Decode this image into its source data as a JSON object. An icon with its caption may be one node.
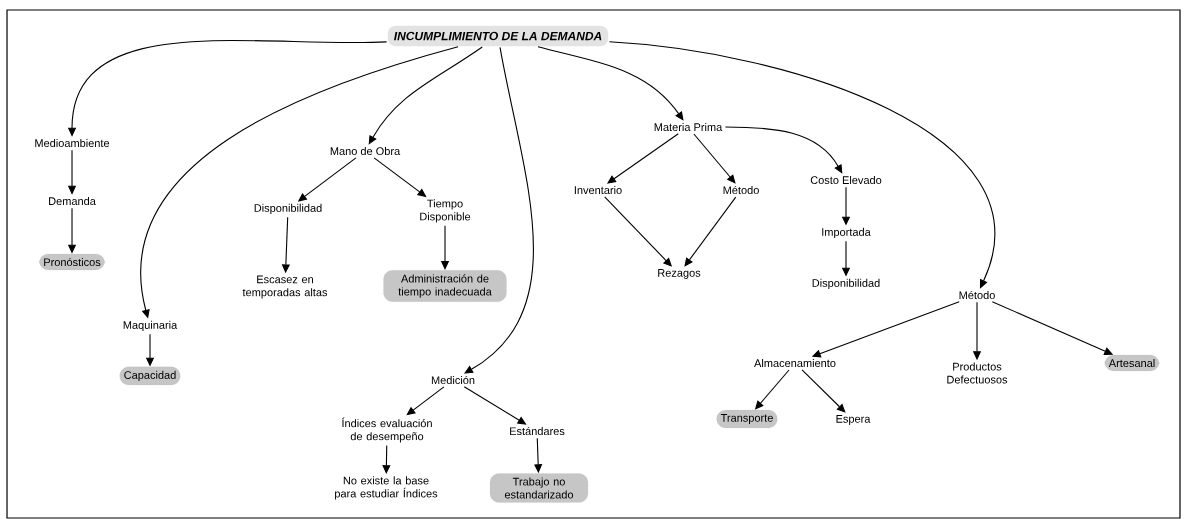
{
  "diagram": {
    "nodes": [
      {
        "text": [
          "INCUMPLIMIENTO DE LA DEMANDA"
        ]
      },
      {
        "text": [
          "Medioambiente"
        ]
      },
      {
        "text": [
          "Demanda"
        ]
      },
      {
        "text": [
          "Pronósticos"
        ]
      },
      {
        "text": [
          "Maquinaria"
        ]
      },
      {
        "text": [
          "Capacidad"
        ]
      },
      {
        "text": [
          "Mano de Obra"
        ]
      },
      {
        "text": [
          "Disponibilidad"
        ]
      },
      {
        "text": [
          "Tiempo Disponible"
        ]
      },
      {
        "text": [
          "Escasez en temporadas altas"
        ]
      },
      {
        "text": [
          "Administración de tiempo inadecuada"
        ]
      },
      {
        "text": [
          "Medición"
        ]
      },
      {
        "text": [
          "Índices evaluación de desempeño"
        ]
      },
      {
        "text": [
          "Estándares"
        ]
      },
      {
        "text": [
          "No existe la base para estudiar Índices"
        ]
      },
      {
        "text": [
          "Trabajo no estandarizado"
        ]
      },
      {
        "text": [
          "Materia Prima"
        ]
      },
      {
        "text": [
          "Inventario"
        ]
      },
      {
        "text": [
          "Método"
        ]
      },
      {
        "text": [
          "Rezagos"
        ]
      },
      {
        "text": [
          "Costo Elevado"
        ]
      },
      {
        "text": [
          "Importada"
        ]
      },
      {
        "text": [
          "Disponibilidad"
        ]
      },
      {
        "text": [
          "Método"
        ]
      },
      {
        "text": [
          "Almacenamiento"
        ]
      },
      {
        "text": [
          "Productos Defectuosos"
        ]
      },
      {
        "text": [
          "Artesanal"
        ]
      },
      {
        "text": [
          "Transporte"
        ]
      },
      {
        "text": [
          "Espera"
        ]
      }
    ],
    "edges": [
      {
        "from": 0,
        "to": 1,
        "arrow": "to"
      },
      {
        "from": 0,
        "to": 4,
        "arrow": "to"
      },
      {
        "from": 0,
        "to": 6,
        "arrow": "to"
      },
      {
        "from": 0,
        "to": 11,
        "arrow": "to"
      },
      {
        "from": 0,
        "to": 16,
        "arrow": "to"
      },
      {
        "from": 0,
        "to": 23,
        "arrow": "to"
      },
      {
        "from": 1,
        "to": 2,
        "arrow": "to"
      },
      {
        "from": 2,
        "to": 3,
        "arrow": "to"
      },
      {
        "from": 4,
        "to": 5,
        "arrow": "to"
      },
      {
        "from": 6,
        "to": 7,
        "arrow": "to"
      },
      {
        "from": 6,
        "to": 8,
        "arrow": "to"
      },
      {
        "from": 7,
        "to": 9,
        "arrow": "to"
      },
      {
        "from": 8,
        "to": 10,
        "arrow": "to"
      },
      {
        "from": 11,
        "to": 12,
        "arrow": "to"
      },
      {
        "from": 11,
        "to": 13,
        "arrow": "to"
      },
      {
        "from": 12,
        "to": 14,
        "arrow": "to"
      },
      {
        "from": 13,
        "to": 15,
        "arrow": "to"
      },
      {
        "from": 16,
        "to": 17,
        "arrow": "to"
      },
      {
        "from": 16,
        "to": 18,
        "arrow": "to"
      },
      {
        "from": 16,
        "to": 20,
        "arrow": "to"
      },
      {
        "from": 17,
        "to": 19,
        "arrow": "to"
      },
      {
        "from": 18,
        "to": 19,
        "arrow": "to"
      },
      {
        "from": 20,
        "to": 21,
        "arrow": "to"
      },
      {
        "from": 21,
        "to": 22,
        "arrow": "to"
      },
      {
        "from": 23,
        "to": 24,
        "arrow": "to"
      },
      {
        "from": 23,
        "to": 25,
        "arrow": "to"
      },
      {
        "from": 23,
        "to": 26,
        "arrow": "to"
      },
      {
        "from": 24,
        "to": 27,
        "arrow": "to"
      },
      {
        "from": 24,
        "to": 28,
        "arrow": "to"
      }
    ]
  }
}
